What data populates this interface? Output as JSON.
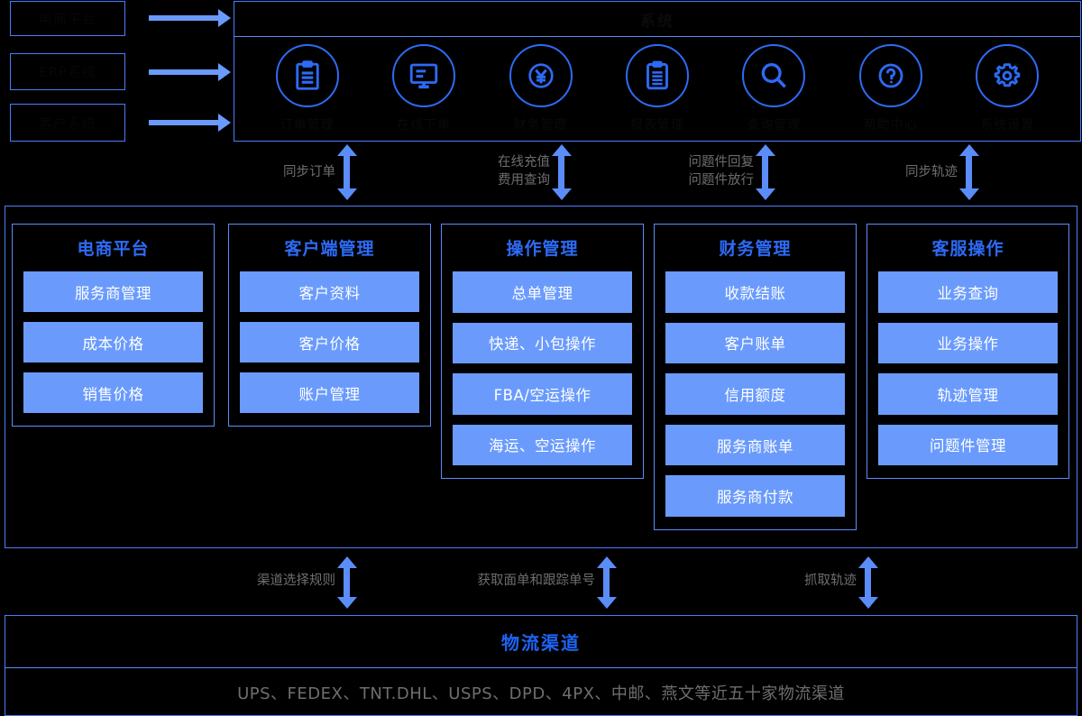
{
  "sources": {
    "boxes": [
      {
        "label": "电商平台"
      },
      {
        "label": "ERP系统"
      },
      {
        "label": "客户系统"
      }
    ]
  },
  "system_panel": {
    "title": "系统",
    "icons": [
      {
        "icon": "clipboard-document-icon",
        "label": "订单管理"
      },
      {
        "icon": "monitor-screen-icon",
        "label": "在线下单"
      },
      {
        "icon": "yen-currency-icon",
        "label": "财务管理"
      },
      {
        "icon": "clipboard-list-icon",
        "label": "报表管理"
      },
      {
        "icon": "search-magnifier-icon",
        "label": "查询管理"
      },
      {
        "icon": "question-mark-icon",
        "label": "帮助中心"
      },
      {
        "icon": "gear-settings-icon",
        "label": "系统设置"
      }
    ]
  },
  "upper_connectors": [
    {
      "lines": [
        "同步订单"
      ]
    },
    {
      "lines": [
        "在线充值",
        "费用查询"
      ]
    },
    {
      "lines": [
        "问题件回复",
        "问题件放行"
      ]
    },
    {
      "lines": [
        "同步轨迹"
      ]
    }
  ],
  "modules": [
    {
      "title": "电商平台",
      "items": [
        "服务商管理",
        "成本价格",
        "销售价格"
      ]
    },
    {
      "title": "客户端管理",
      "items": [
        "客户资料",
        "客户价格",
        "账户管理"
      ]
    },
    {
      "title": "操作管理",
      "items": [
        "总单管理",
        "快递、小包操作",
        "FBA/空运操作",
        "海运、空运操作"
      ]
    },
    {
      "title": "财务管理",
      "items": [
        "收款结账",
        "客户账单",
        "信用额度",
        "服务商账单",
        "服务商付款"
      ]
    },
    {
      "title": "客服操作",
      "items": [
        "业务查询",
        "业务操作",
        "轨迹管理",
        "问题件管理"
      ]
    }
  ],
  "lower_connectors": [
    {
      "lines": [
        "渠道选择规则"
      ]
    },
    {
      "lines": [
        "获取面单和跟踪单号"
      ]
    },
    {
      "lines": [
        "抓取轨迹"
      ]
    }
  ],
  "channel_panel": {
    "title": "物流渠道",
    "list": "UPS、FEDEX、TNT.DHL、USPS、DPD、4PX、中邮、燕文等近五十家物流渠道"
  },
  "colors": {
    "accent": "#2d6bf6",
    "item_fill": "#6a9bfc",
    "border": "#4a7dfb",
    "label_gray": "#6e6e6e",
    "background": "#000000"
  }
}
